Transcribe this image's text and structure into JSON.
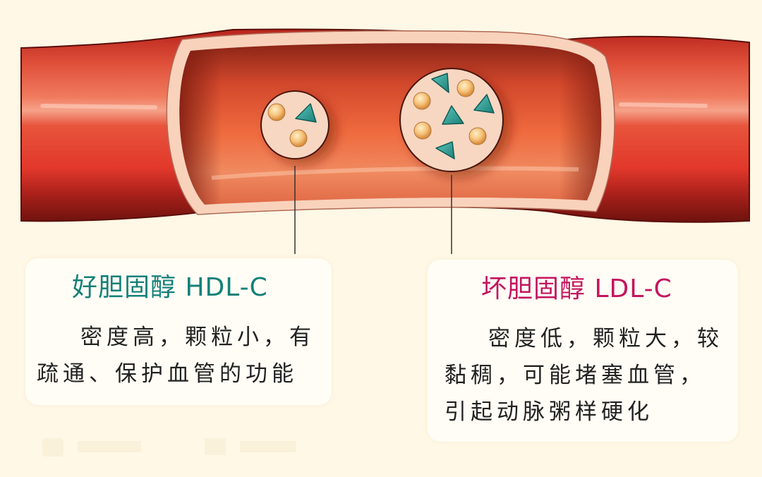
{
  "diagram": {
    "subject": "blood-vessel-cross-section",
    "colors": {
      "background": "#fff8e6",
      "vessel_red": "#d8332a",
      "vessel_dark": "#8c1a14",
      "lumen_orange": "#e8613a",
      "wall_pink": "#f6c9b0",
      "particle_fill": "#f7d7c2",
      "sphere_color": "#f0b25a",
      "triangle_color": "#2fa39a",
      "hdl_accent": "#138078",
      "ldl_accent": "#c3155e",
      "text_dark": "#222222"
    },
    "particles": {
      "hdl": {
        "label": "HDL particle",
        "spheres": 2,
        "triangles": 1
      },
      "ldl": {
        "label": "LDL particle",
        "spheres": 4,
        "triangles": 4
      }
    }
  },
  "hdl": {
    "title": "好胆固醇 HDL-C",
    "lines": [
      "密度高，颗粒小，有",
      "疏通、保护血管的功能"
    ]
  },
  "ldl": {
    "title": "坏胆固醇 LDL-C",
    "lines": [
      "密度低，颗粒大，较",
      "黏稠，可能堵塞血管，",
      "引起动脉粥样硬化"
    ]
  }
}
